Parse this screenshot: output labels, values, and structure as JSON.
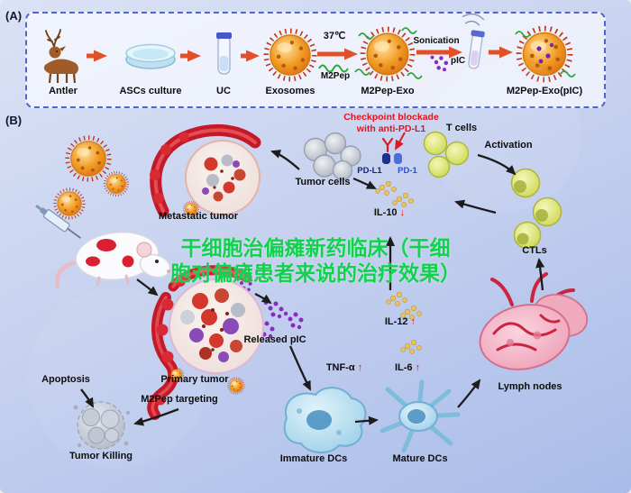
{
  "panel_a": {
    "label": "(A)",
    "items": [
      {
        "label": "Antler"
      },
      {
        "label": "ASCs culture"
      },
      {
        "label": "UC"
      },
      {
        "label": "Exosomes"
      },
      {
        "label": "M2Pep-Exo"
      },
      {
        "label": "M2Pep-Exo(pIC)"
      }
    ],
    "step1_temp": "37℃",
    "step1_agent": "M2Pep",
    "step2_method": "Sonication",
    "step2_agent": "pIC"
  },
  "panel_b": {
    "label": "(B)",
    "checkpoint": {
      "line1": "Checkpoint blockade",
      "line2": "with anti-PD-L1"
    },
    "receptors": {
      "pd_l1": "PD-L1",
      "pd_1": "PD-1"
    },
    "labels": {
      "tumor_cells": "Tumor cells",
      "t_cells": "T cells",
      "activation": "Activation",
      "ctls": "CTLs",
      "metastatic_tumor": "Metastatic tumor",
      "released_pic": "Released pIC",
      "lymph_nodes": "Lymph nodes",
      "primary_tumor": "Primary tumor",
      "m2pep_targeting": "M2Pep targeting",
      "apoptosis": "Apoptosis",
      "tumor_killing": "Tumor Killing",
      "immature_dcs": "Immature DCs",
      "mature_dcs": "Mature DCs"
    },
    "cytokines": {
      "il10": {
        "name": "IL-10",
        "arrow": "↓"
      },
      "il12": {
        "name": "IL-12",
        "arrow": "↑"
      },
      "tnf": {
        "name": "TNF-α",
        "arrow": "↑"
      },
      "il6": {
        "name": "IL-6",
        "arrow": "↑"
      }
    },
    "watermark": {
      "line1": "干细胞治偏瘫新药临床（干细",
      "line2": "胞对偏瘫患者来说的治疗效果）"
    }
  },
  "colors": {
    "accent_red": "#e8101c",
    "watermark_green": "#10d24c",
    "exosome_orange": "#f29a22"
  }
}
